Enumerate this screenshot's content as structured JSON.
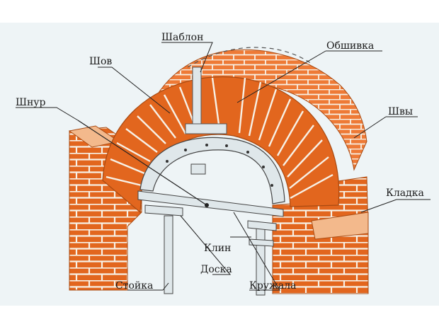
{
  "diagram": {
    "labels": {
      "shablon": "Шаблон",
      "obshivka": "Обшивка",
      "shov": "Шов",
      "shnur": "Шнур",
      "shvy": "Швы",
      "kladka": "Кладка",
      "klin": "Клин",
      "doska": "Доска",
      "stoika": "Стойка",
      "kruzhala": "Кружала"
    }
  },
  "colors": {
    "brick": "#e2661e",
    "brick_light": "#f28a4a",
    "mortar": "#f7f1e6",
    "wood": "#dfe7ea",
    "line": "#333333",
    "background": "#eef4f6"
  }
}
